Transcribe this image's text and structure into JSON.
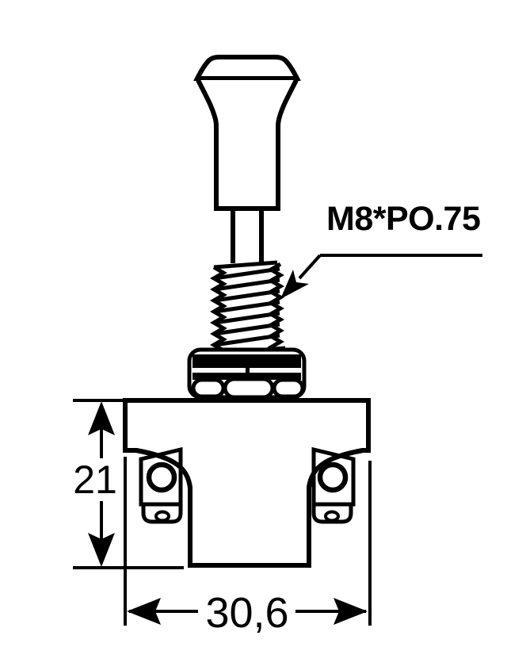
{
  "figure": {
    "kind": "technical-drawing",
    "subject": "push-pull switch, side view with dimensions"
  },
  "labels": {
    "thread_spec": "M8*PO.75",
    "dim_height": "21",
    "dim_width": "30,6"
  },
  "colors": {
    "ink": "#000000",
    "paper": "#ffffff"
  }
}
